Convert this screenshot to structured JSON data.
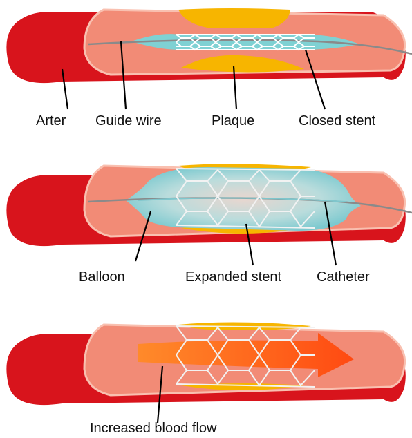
{
  "panel1": {
    "labels": {
      "artery": "Arter",
      "guide_wire": "Guide wire",
      "plaque": "Plaque",
      "closed_stent": "Closed stent"
    }
  },
  "panel2": {
    "labels": {
      "balloon": "Balloon",
      "expanded_stent": "Expanded stent",
      "catheter": "Catheter"
    }
  },
  "panel3": {
    "labels": {
      "blood_flow": "Increased blood flow"
    }
  },
  "colors": {
    "artery_outer": "#d8141c",
    "artery_inner": "#f28b76",
    "plaque": "#f7b500",
    "balloon": "#8fd0d6",
    "flow_arrow": "#ff5a1a",
    "guide_wire": "#8a8a8a",
    "stent": "#f2f2f2"
  }
}
